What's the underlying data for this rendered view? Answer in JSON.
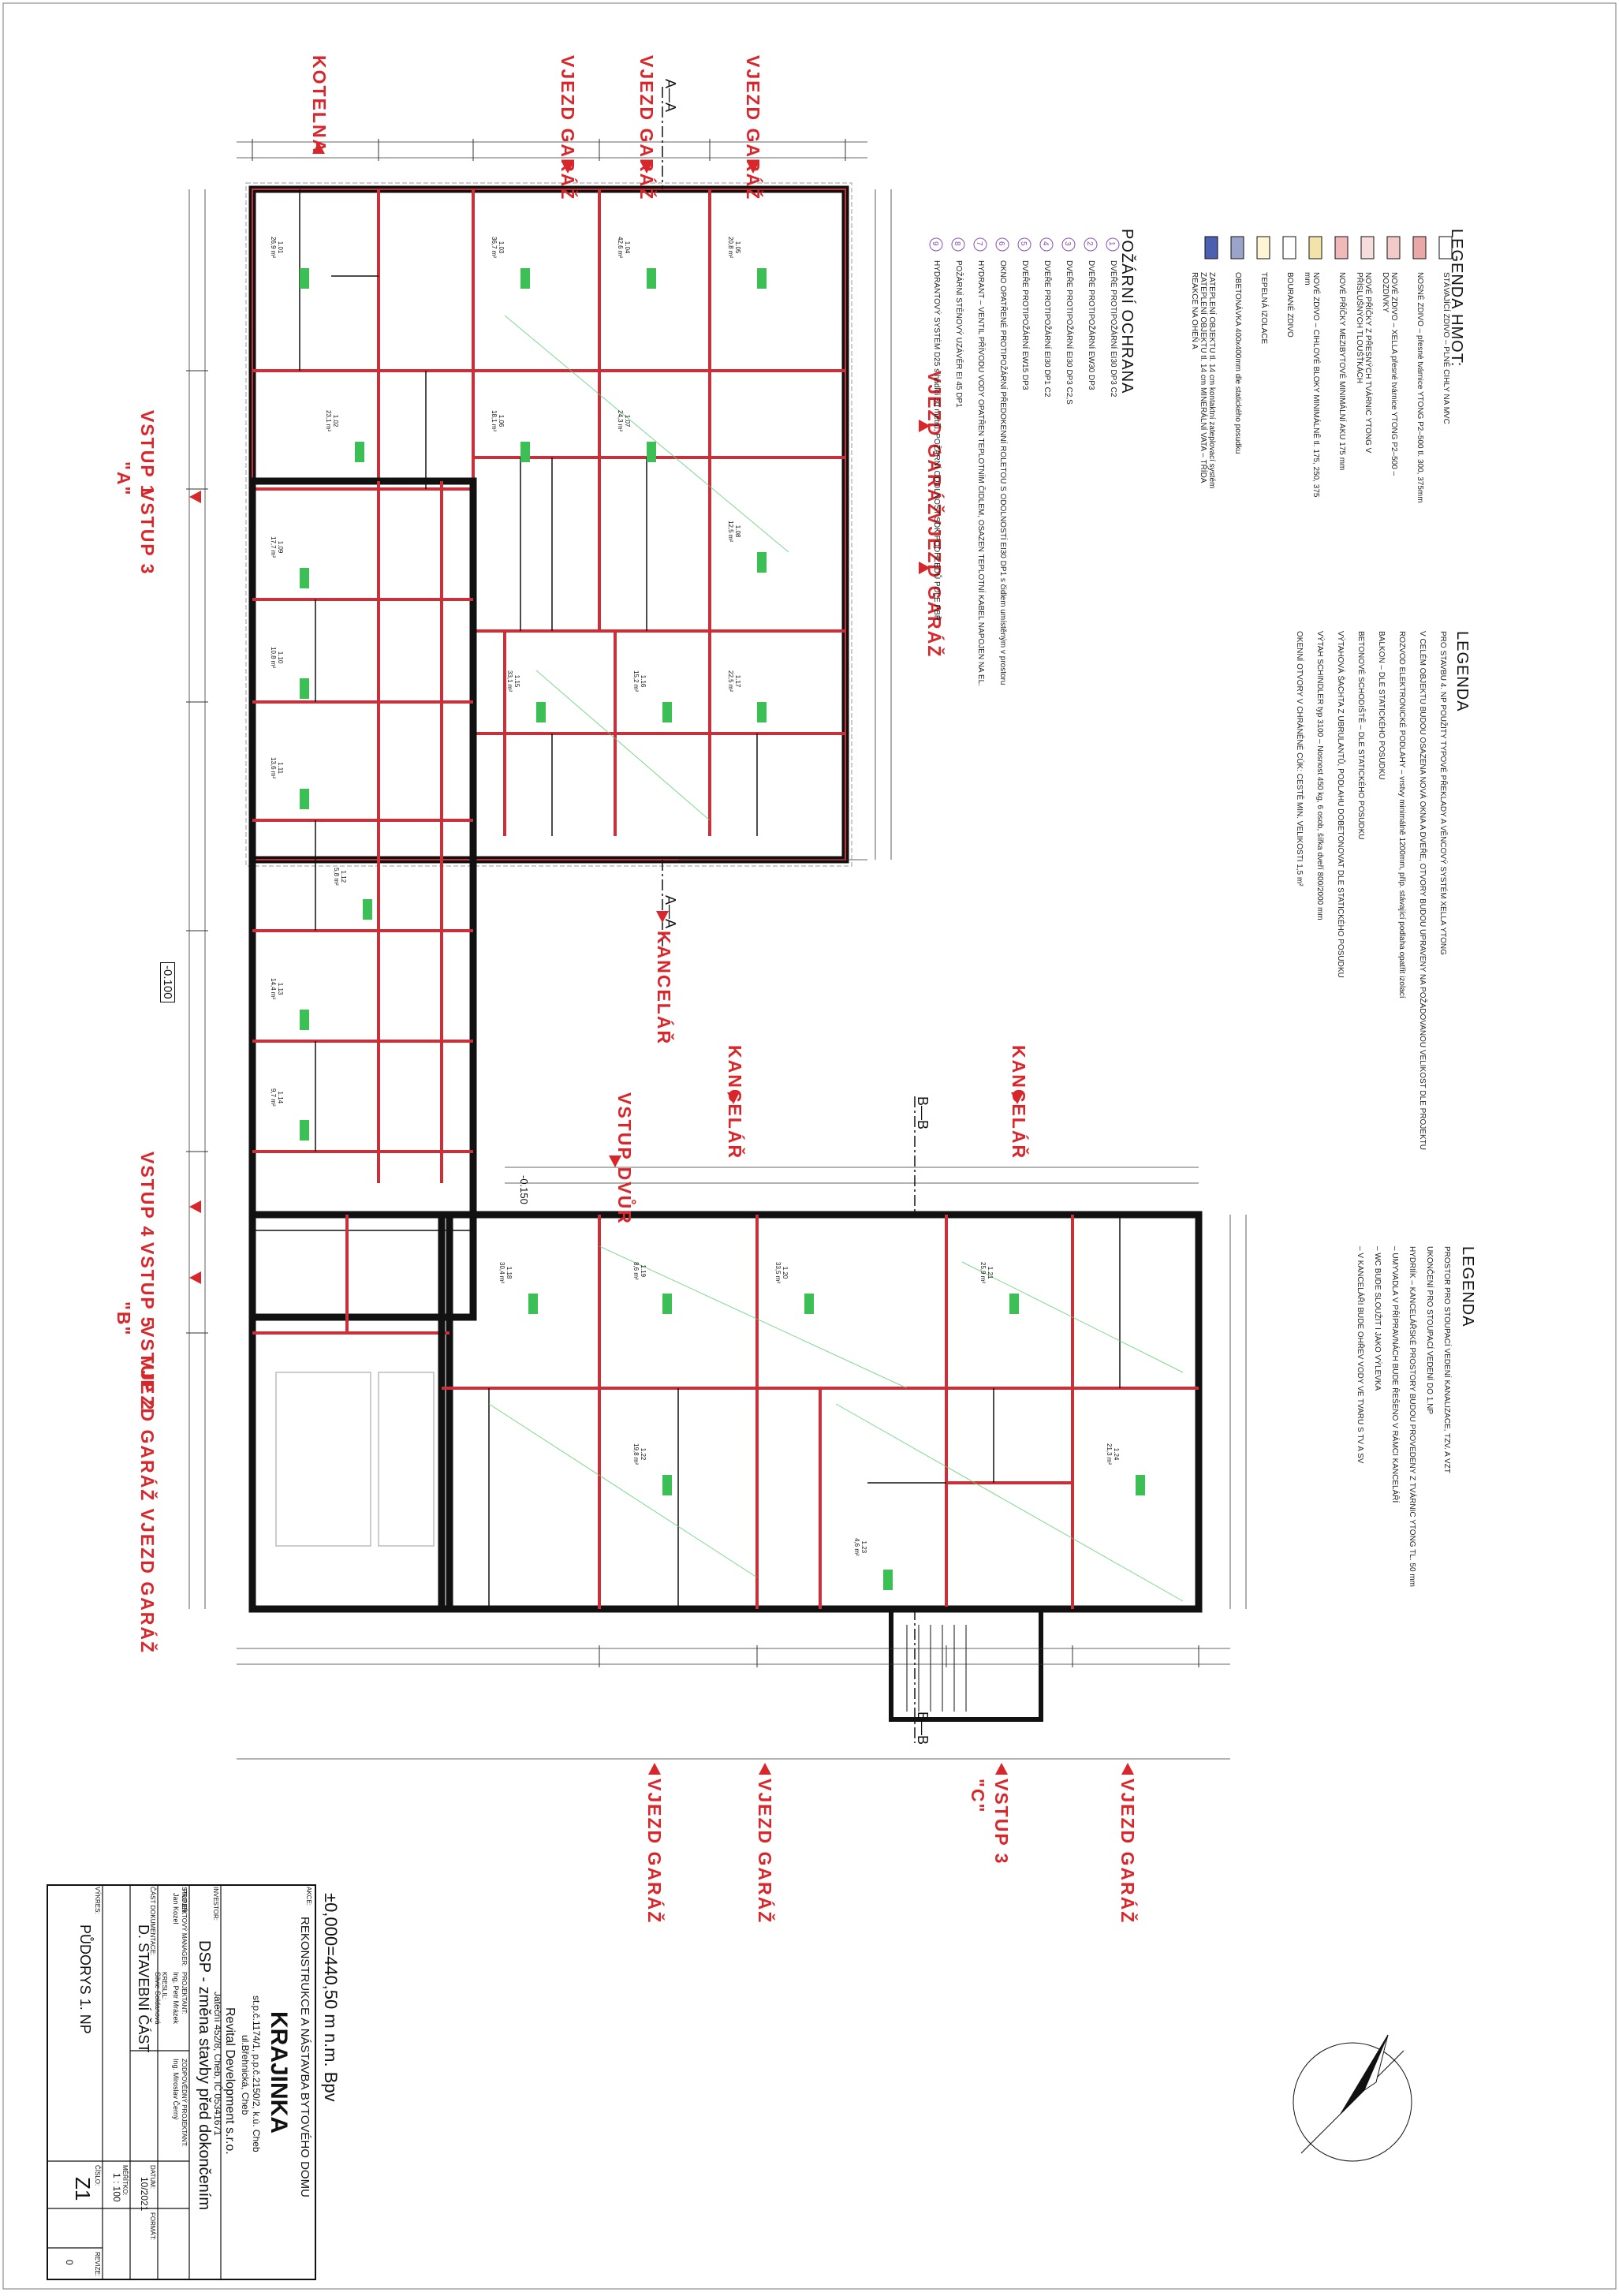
{
  "arrow_labels": {
    "kotelna": "KOTELNA",
    "vjezd_garaz": "VJEZD GARÁŽ",
    "vjezd_garaz_vjezd_garaz": "VJEZD GARÁŽ VJEZD GARÁŽ",
    "vstup_1": "VSTUP 1",
    "vstup_3": "VSTUP 3",
    "vstup_a": "\"A\"",
    "vstup_4": "VSTUP 4",
    "vstup_5": "VSTUP 5",
    "vstup_2": "VSTUP 2",
    "vstup_b": "\"B\"",
    "vstup_dvur": "VSTUP DVŮR",
    "kancelar": "KANCELÁŘ",
    "vstup_3c": "VSTUP 3",
    "vstup_c": "\"C\""
  },
  "sections": {
    "a": "A—A",
    "b": "B—B"
  },
  "levels": {
    "ground": "-0.100",
    "courtyard": "-0.150"
  },
  "legend_hmot": {
    "title": "LEGENDA HMOT:",
    "items": [
      {
        "text": "STÁVAJÍCÍ ZDIVO – PLNÉ CIHLY NA MVC",
        "fill": "#ffffff"
      },
      {
        "text": "NOSNÉ ZDIVO – přesné tvárnice YTONG P2–500 tl. 300, 375mm",
        "fill": "#e9a7a7"
      },
      {
        "text": "NOVÉ ZDIVO – XELLA přesné tvárnice YTONG P2–500 – DOZDÍVKY",
        "fill": "#f4c9c9"
      },
      {
        "text": "NOVÉ PŘÍČKY Z PŘESNÝCH TVÁRNIC YTONG V PŘÍSLUŠNÝCH TLOUŠŤKÁCH",
        "fill": "#f7dcdc"
      },
      {
        "text": "NOVÉ PŘÍČKY MEZIBYTOVÉ MINIMÁLNÍ AKU 175 mm",
        "fill": "#f0b8b8"
      },
      {
        "text": "NOVÉ ZDIVO – CIHLOVÉ BLOKY MINIMÁLNĚ tl. 175, 250, 375 mm",
        "fill": "#f3e3a8"
      },
      {
        "text": "BOURANÉ ZDIVO",
        "fill": "#ffffff"
      },
      {
        "text": "TEPELNÁ IZOLACE",
        "fill": "#fdf5d4"
      },
      {
        "text": "OBETONÁVKA 400x400mm dle statického posudku",
        "fill": "#9aa3c8"
      },
      {
        "text": "ZATEPLENÍ OBJEKTU tl. 14 cm kontaktní zateplovací systém ZATEPLENÍ OBJEKTU tl. 14 cm MINERÁLNÍ VATA – TŘÍDA REAKCE NA OHEŇ A",
        "fill": "#4d5fb0"
      }
    ]
  },
  "legend_po": {
    "title": "POŽÁRNÍ OCHRANA",
    "items": [
      {
        "mark": "1",
        "text": "DVEŘE PROTIPOŽÁRNÍ EI30 DP3 C2"
      },
      {
        "mark": "2",
        "text": "DVEŘE PROTIPOŽÁRNÍ EW30 DP3"
      },
      {
        "mark": "3",
        "text": "DVEŘE PROTIPOŽÁRNÍ EI30 DP3 C2,S"
      },
      {
        "mark": "4",
        "text": "DVEŘE PROTIPOŽÁRNÍ EI30 DP1 C2"
      },
      {
        "mark": "5",
        "text": "DVEŘE PROTIPOŽÁRNÍ EW15 DP3"
      },
      {
        "mark": "6",
        "text": "OKNO OPATŘENÉ PROTIPOŽÁRNÍ PŘEDOKENNÍ ROLETOU S ODOLNOSTÍ EI30 DP1 s čidlem umístěným v prostoru"
      },
      {
        "mark": "7",
        "text": "HYDRANT – VENTIL PŘÍVODU VODY OPATŘEN TEPLOTNÍM ČIDLEM, OSAZEN TEPLOTNÍ KABEL NAPOJEN NA EL."
      },
      {
        "mark": "8",
        "text": "POŽÁRNÍ STĚNOVÝ UZÁVĚR EI 45 DP1"
      },
      {
        "mark": "9",
        "text": "HYDRANTOVÝ SYSTÉM D25 s hadicí 30 metrů, POŽÁRNÍ ODOLNOST SDK PODHLEDŮ POLE PBŘ"
      }
    ]
  },
  "legenda": {
    "title": "LEGENDA",
    "items": [
      "PRO STAVBU 4. NP POUŽITY TYPOVÉ PŘEKLADY A VĚNCOVÝ SYSTÉM XELLA YTONG",
      "V CELÉM OBJEKTU BUDOU OSAZENA NOVÁ OKNA A DVEŘE, OTVORY BUDOU UPRAVENY NA POŽADOVANOU VELIKOST DLE PROJEKTU",
      "ROZVOD ELEKTRONICKÉ PODLAHY – vrstvy minimálně 1200mm, příp. stávající podlaha opatřit izolací",
      "BALKON – DLE STATICKÉHO POSUDKU",
      "BETONOVÉ SCHODIŠTĚ – DLE STATICKÉHO POSUDKU",
      "VÝTAHOVÁ ŠACHTA Z UBRULANTŮ, PODLAHU DOBETONOVAT DLE STATICKÉHO POSUDKU",
      "VÝTAH SCHINDLER typ 3100 – Nosnost 450 kg, 6 osob, šířka dveří 800/2000 mm",
      "OKENNÍ OTVORY V CHRÁNĚNÉ CÚK: CESTĚ MIN. VELIKOSTI 1,5 m²"
    ]
  },
  "legenda2": {
    "title": "LEGENDA",
    "items": [
      "PROSTOR PRO STOUPACÍ VEDENÍ KANALIZACE, TZV. A VZT",
      "UKONČENÍ PRO STOUPACÍ VEDENÍ DO 1.NP",
      "HYDRIÍK – KANCELÁŘSKÉ PROSTORY BUDOU PROVEDENY Z TVÁRNIC YTONG TL. 50 mm",
      "– UMYVADLA V PŘÍPRAVNÁCH BUDE ŘEŠENO V RÁMCI KANCELÁŘÍ",
      "– WC BUDE SLOUŽIT I JAKO VÝLEVKA",
      "– V KANCELÁŘI BUDE OHŘEV VODY VE TVARU S TV A SV"
    ]
  },
  "title_block": {
    "datum_label": "DATUM:",
    "elevation": "±0,000=440,50 m n.m. Bpv",
    "akce_label": "AKCE:",
    "project_line1": "REKONSTRUKCE A NÁSTAVBA BYTOVÉHO DOMU",
    "project_name": "KRAJINKA",
    "parcel": "st.p.č.1174/1, p.p.č.2150/2, k.ú. Cheb",
    "address": "ul.Břehnická, Cheb",
    "investor_label": "INVESTOR:",
    "investor_name": "Revital Development s.r.o.",
    "investor_address": "Jateční 452/8, Cheb, IČ 05341671",
    "stage_label": "STUPEŇ:",
    "stage": "DSP - změna stavby před dokončením",
    "manager_label": "PROJEKTOVÝ MANAGER:",
    "manager": "Jan Kozel",
    "projektant_label": "PROJEKTANT:",
    "projektant": "Ing. Petr Mrázek",
    "responsible_label": "ZODPOVĚDNÝ PROJEKTANT:",
    "responsible": "Ing. Miroslav Černý",
    "drew_label": "KRESLIL:",
    "drew": "Silvie Soldanová",
    "part_label": "ČÁST DOKUMENTACE:",
    "part": "D. STAVEBNÍ ČÁST",
    "drawing_label": "VÝKRES:",
    "drawing": "PŮDORYS 1. NP",
    "date_label": "DATUM:",
    "date": "10/2021",
    "format_label": "FORMÁT:",
    "scale_label": "MĚŘÍTKO:",
    "scale": "1 : 100",
    "number_label": "ČÍSLO:",
    "number": "Z1",
    "revision_label": "REVIZE:",
    "revision": "0"
  },
  "rooms": [
    {
      "id": "1.01",
      "area": "26,9 m²"
    },
    {
      "id": "1.02",
      "area": "23,1 m²"
    },
    {
      "id": "1.03",
      "area": "36,7 m²"
    },
    {
      "id": "1.04",
      "area": "42,6 m²"
    },
    {
      "id": "1.05",
      "area": "20,8 m²"
    },
    {
      "id": "1.06",
      "area": "18,1 m²"
    },
    {
      "id": "1.07",
      "area": "24,3 m²"
    },
    {
      "id": "1.08",
      "area": "12,5 m²"
    },
    {
      "id": "1.09",
      "area": "17,7 m²"
    },
    {
      "id": "1.10",
      "area": "10,8 m²"
    },
    {
      "id": "1.11",
      "area": "13,6 m²"
    },
    {
      "id": "1.12",
      "area": "5,8 m²"
    },
    {
      "id": "1.13",
      "area": "14,4 m²"
    },
    {
      "id": "1.14",
      "area": "9,7 m²"
    },
    {
      "id": "1.15",
      "area": "33,1 m²"
    },
    {
      "id": "1.16",
      "area": "15,2 m²"
    },
    {
      "id": "1.17",
      "area": "22,5 m²"
    },
    {
      "id": "1.18",
      "area": "30,4 m²"
    },
    {
      "id": "1.19",
      "area": "8,6 m²"
    },
    {
      "id": "1.20",
      "area": "33,5 m²"
    },
    {
      "id": "1.21",
      "area": "25,9 m²"
    },
    {
      "id": "1.22",
      "area": "19,8 m²"
    },
    {
      "id": "1.23",
      "area": "4,6 m²"
    },
    {
      "id": "1.24",
      "area": "21,3 m²"
    }
  ],
  "colors": {
    "wall_red": "#c8303a",
    "arrow_red": "#d8262b",
    "wall_grey": "#bbbbbb",
    "green_tag": "#3cbf55",
    "violet": "#8a4fb3"
  }
}
